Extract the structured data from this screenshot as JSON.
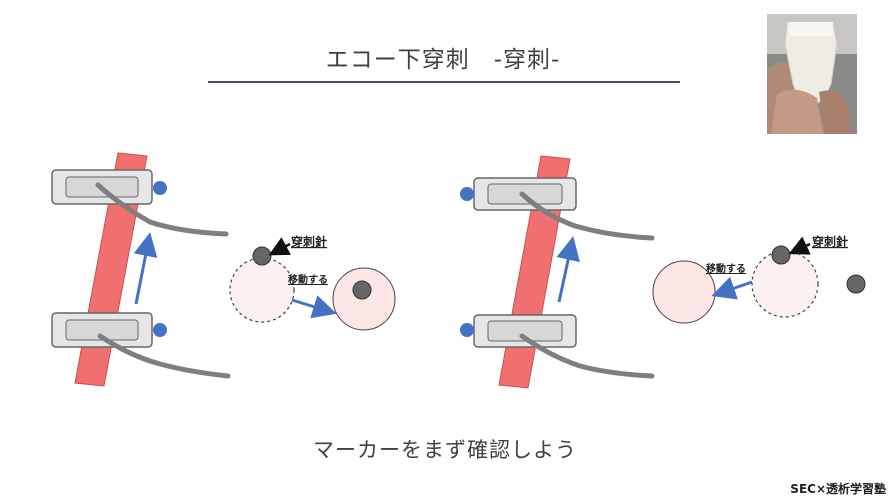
{
  "slide": {
    "title": "エコー下穿刺　-穿刺-",
    "caption": "マーカーをまず確認しよう",
    "credit": "SEC×透析学習塾"
  },
  "diagram": {
    "left_panel": {
      "needle_label": "穿刺針",
      "move_label": "移動する"
    },
    "right_panel": {
      "needle_label": "穿刺針",
      "move_label": "移動する"
    }
  },
  "photo": {
    "subject": "ultrasound probe held in hand"
  },
  "colors": {
    "vessel": "#f07070",
    "marker": "#4472c4",
    "arrow": "#4472c4",
    "target_fill": "#fde6e6",
    "needle_dot": "#666666",
    "title_rule": "#44506a"
  }
}
